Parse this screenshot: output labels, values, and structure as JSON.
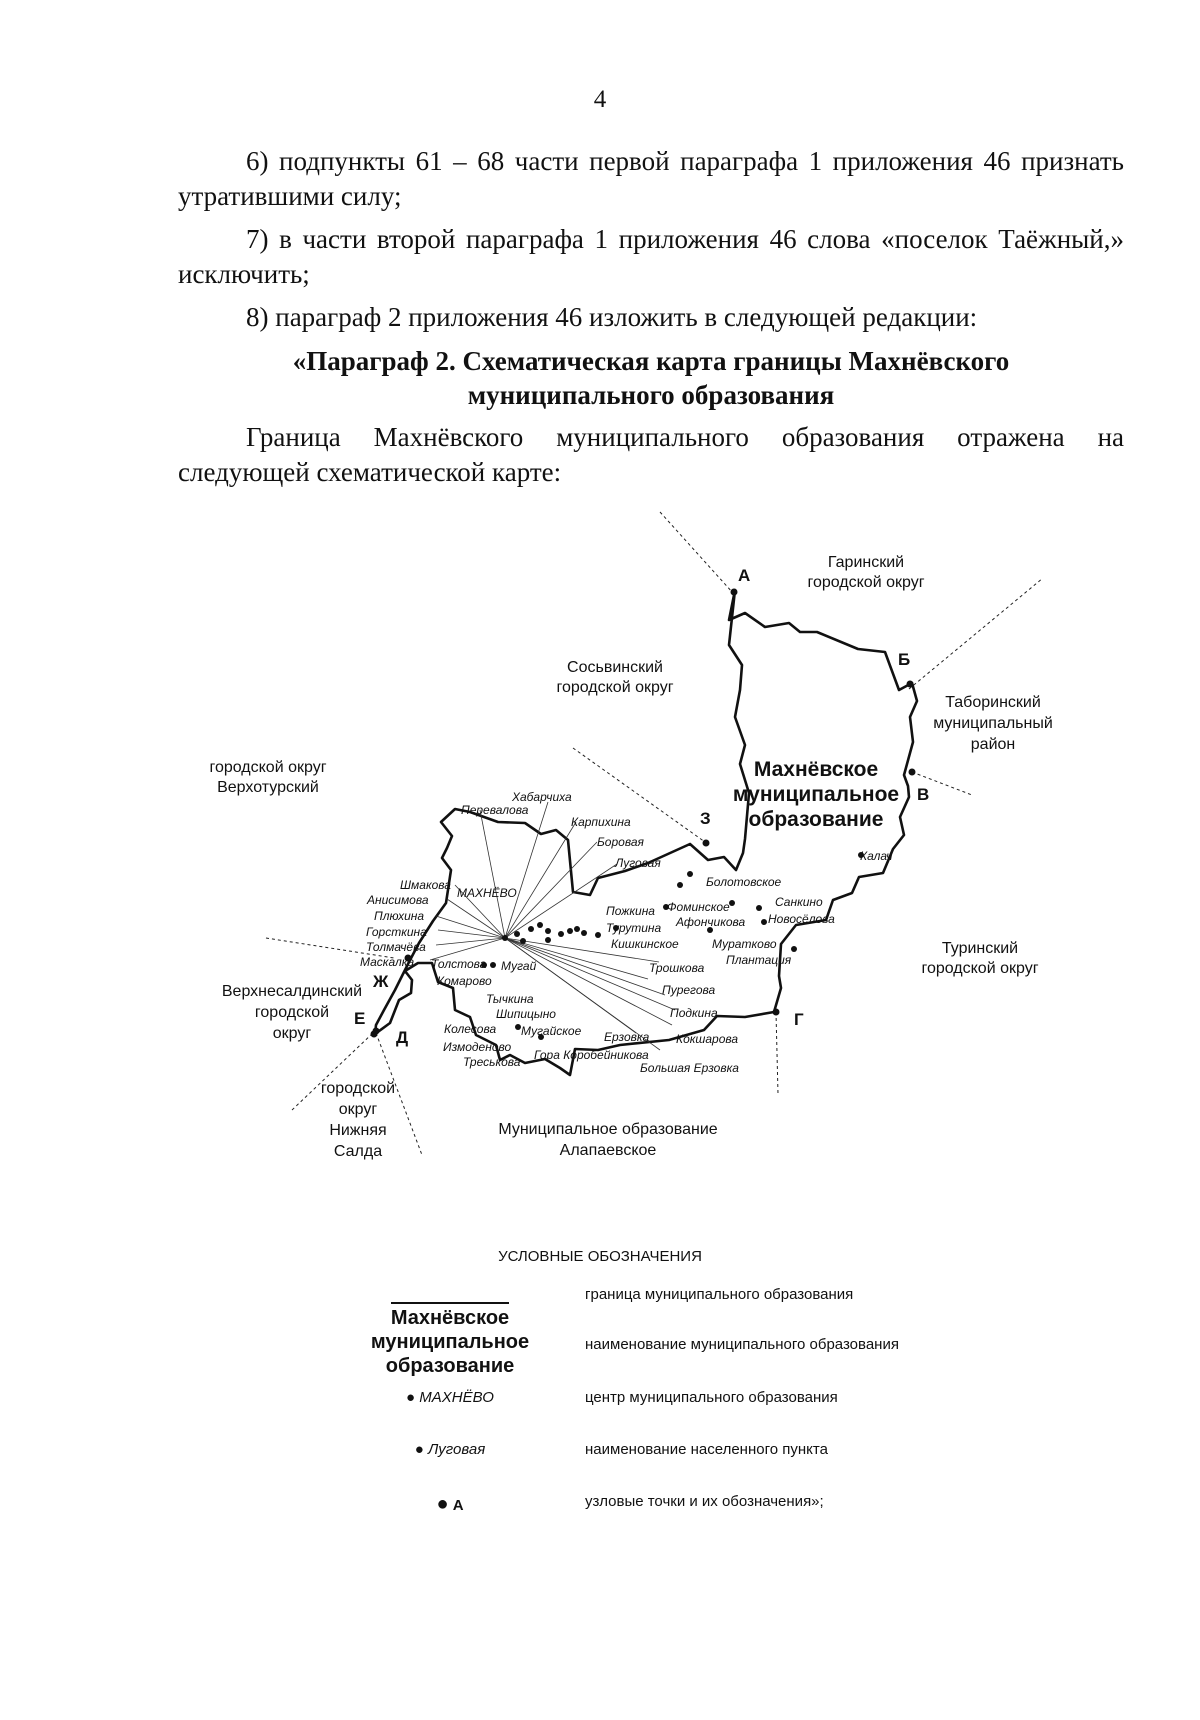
{
  "page_number": "4",
  "paragraphs": [
    "6) подпункты 61 – 68 части первой параграфа 1 приложения 46 признать утратившими силу;",
    "7) в части второй параграфа 1 приложения 46 слова «поселок Таёжный,» исключить;",
    "8) параграф 2 приложения 46 изложить в следующей редакции:"
  ],
  "heading": {
    "line1": "«Параграф 2. Схематическая карта границы Махнёвского",
    "line2": "муниципального образования"
  },
  "intro": "Граница Махнёвского муниципального образования отражена на следующей схематической карте:",
  "map": {
    "municipality": {
      "line1": "Махнёвское",
      "line2": "муниципальное",
      "line3": "образование"
    },
    "neighbors": {
      "garinsky": [
        "Гаринский",
        "городской округ"
      ],
      "sosvinsky": [
        "Сосьвинский",
        "городской округ"
      ],
      "taborinsky": [
        "Таборинский",
        "муниципальный",
        "район"
      ],
      "verkhotursky": [
        "городской округ",
        "Верхотурский"
      ],
      "turinsky": [
        "Туринский",
        "городской округ"
      ],
      "verkhnesaldinsky": [
        "Верхнесалдинский",
        "городской",
        "округ"
      ],
      "nizhnyaya_salda": [
        "городской",
        "округ",
        "Нижняя",
        "Салда"
      ],
      "alapaevskoe": [
        "Муниципальное образование",
        "Алапаевское"
      ]
    },
    "nodes": [
      "А",
      "Б",
      "В",
      "Г",
      "Д",
      "Е",
      "Ж",
      "З"
    ],
    "center": "МАХНЁВО",
    "places": {
      "khabarchikha": "Хабарчиха",
      "perevalova": "Перевалова",
      "karpikhina": "Карпихина",
      "borovaya": "Боровая",
      "lugovaya": "Луговая",
      "bolotovskoe": "Болотовское",
      "kalach": "Калач",
      "shmakova": "Шмакова",
      "anisimova": "Анисимова",
      "plyukhina": "Плюхина",
      "gorstkina": "Горсткина",
      "tolmacheva": "Толмачёва",
      "maskalka": "Маскалка",
      "tolstova": "Толстова",
      "mugai": "Мугай",
      "komarovo": "Комарово",
      "tychkina": "Тычкина",
      "shipitsyno": "Шипицыно",
      "kolesova": "Колесова",
      "mugaiskoe": "Мугайское",
      "izmodenovo": "Измоденово",
      "treskova": "Треськова",
      "gora_korobeinikova": "Гора Коробейникова",
      "erzovka": "Ерзовка",
      "bolshaya_erzovka": "Большая Ерзовка",
      "koksharova": "Кокшарова",
      "podkina": "Подкина",
      "puregova": "Пурегова",
      "troshkova": "Трошкова",
      "kishkinskoe": "Кишкинское",
      "turutina": "Турутина",
      "pozhkina": "Пожкина",
      "fominskoe": "Фоминское",
      "afonchikova": "Афончикова",
      "sankino": "Санкино",
      "novoselova": "Новосёлова",
      "muratkovo": "Муратково",
      "plantatsiya": "Плантация"
    }
  },
  "legend": {
    "title": "УСЛОВНЫЕ ОБОЗНАЧЕНИЯ",
    "items": [
      {
        "desc": "граница муниципального образования"
      },
      {
        "symbol_lines": [
          "Махнёвское",
          "муниципальное",
          "образование"
        ],
        "desc": "наименование муниципального образования"
      },
      {
        "symbol": "МАХНЁВО",
        "desc": "центр муниципального образования"
      },
      {
        "symbol": "Луговая",
        "desc": "наименование населенного пункта"
      },
      {
        "symbol": "А",
        "desc": "узловые точки и их обозначения»;"
      }
    ]
  }
}
